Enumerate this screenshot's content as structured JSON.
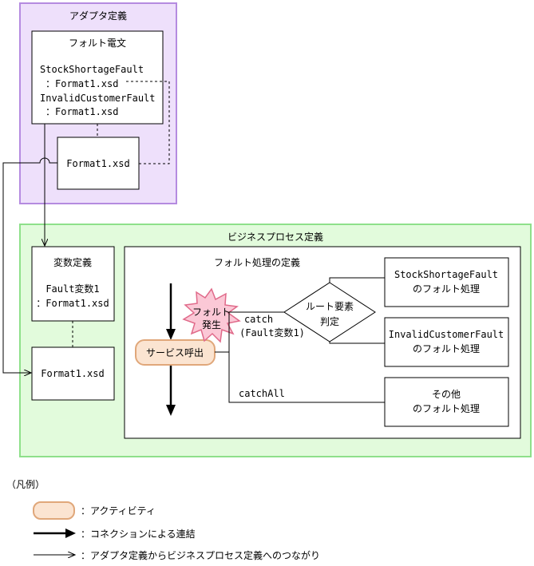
{
  "adapter": {
    "title": "アダプタ定義",
    "fault_message": {
      "title": "フォルト電文",
      "lines": [
        "StockShortageFault",
        "：Format1.xsd",
        "InvalidCustomerFault",
        "：Format1.xsd"
      ]
    },
    "schema": "Format1.xsd"
  },
  "business": {
    "title": "ビジネスプロセス定義",
    "variable": {
      "title": "変数定義",
      "lines": [
        "Fault変数1",
        "：Format1.xsd"
      ]
    },
    "schema": "Format1.xsd",
    "fault_processing": {
      "title": "フォルト処理の定義",
      "fault_occur": [
        "フォルト",
        "発生"
      ],
      "activity": "サービス呼出",
      "catch_label": [
        "catch",
        "(Fault変数1)"
      ],
      "catchall_label": "catchAll",
      "decision": [
        "ルート要素",
        "判定"
      ],
      "handlers": [
        [
          "StockShortageFault",
          "のフォルト処理"
        ],
        [
          "InvalidCustomerFault",
          "のフォルト処理"
        ],
        [
          "その他",
          "のフォルト処理"
        ]
      ]
    }
  },
  "legend": {
    "title": "（凡例）",
    "activity": "：アクティビティ",
    "connection": "：コネクションによる連結",
    "link": "：アダプタ定義からビジネスプロセス定義へのつながり"
  },
  "colors": {
    "adapter_fill": "#eee0fb",
    "adapter_border": "#b58be0",
    "business_fill": "#e2fbdc",
    "business_border": "#8ee08a",
    "activity_fill": "#fbe4d1",
    "activity_border": "#e0a77a",
    "burst_fill": "#fbc8d6",
    "burst_border": "#e06a8a"
  }
}
